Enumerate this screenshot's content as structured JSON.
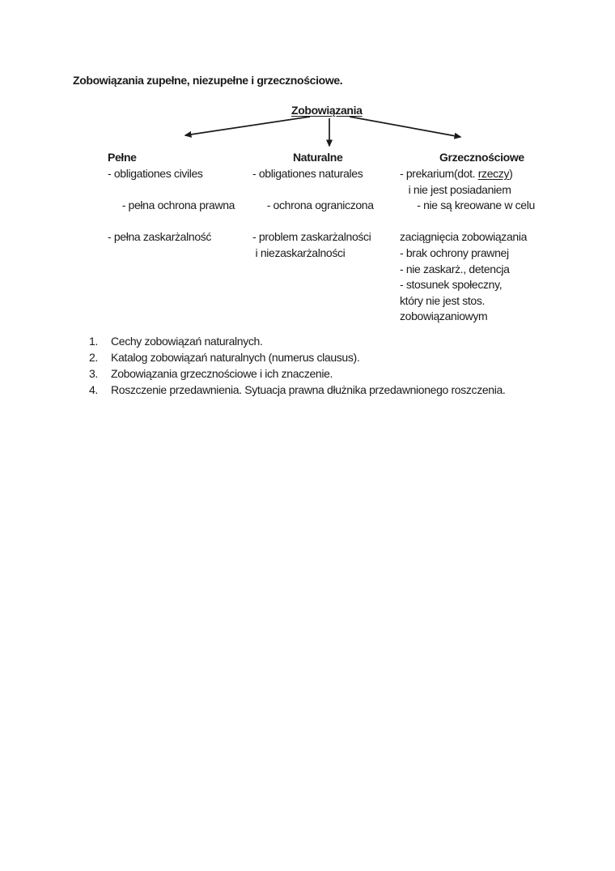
{
  "page": {
    "title": "Zobowiązania zupełne, niezupełne i grzecznościowe."
  },
  "diagram": {
    "root_label": "Zobowiązania",
    "columns": [
      {
        "header": "Pełne",
        "lines": [
          "- obligationes civiles",
          "",
          "     - pełna ochrona prawna",
          "",
          "- pełna zaskarżalność"
        ]
      },
      {
        "header": "Naturalne",
        "lines": [
          "- obligationes naturales",
          "",
          "     - ochrona ograniczona",
          "",
          "- problem zaskarżalności",
          " i niezaskarżalności"
        ]
      },
      {
        "header": "Grzecznościowe",
        "first_line": {
          "prefix": "- prekarium(dot. ",
          "underlined": "rzeczy",
          "suffix": ")"
        },
        "lines": [
          "   i nie jest posiadaniem",
          "      - nie są kreowane w celu",
          "",
          "zaciągnięcia zobowiązania",
          "- brak ochrony prawnej",
          "- nie zaskarż., detencja",
          "- stosunek społeczny,",
          "który nie jest stos.",
          "zobowiązaniowym"
        ]
      }
    ]
  },
  "list": {
    "items": [
      {
        "num": "1.",
        "text": "Cechy zobowiązań naturalnych."
      },
      {
        "num": "2.",
        "text": "Katalog zobowiązań naturalnych (numerus clausus)."
      },
      {
        "num": "3.",
        "text": "Zobowiązania grzecznościowe i ich znaczenie."
      },
      {
        "num": "4.",
        "text": "Roszczenie przedawnienia. Sytuacja prawna dłużnika przedawnionego roszczenia."
      }
    ]
  }
}
